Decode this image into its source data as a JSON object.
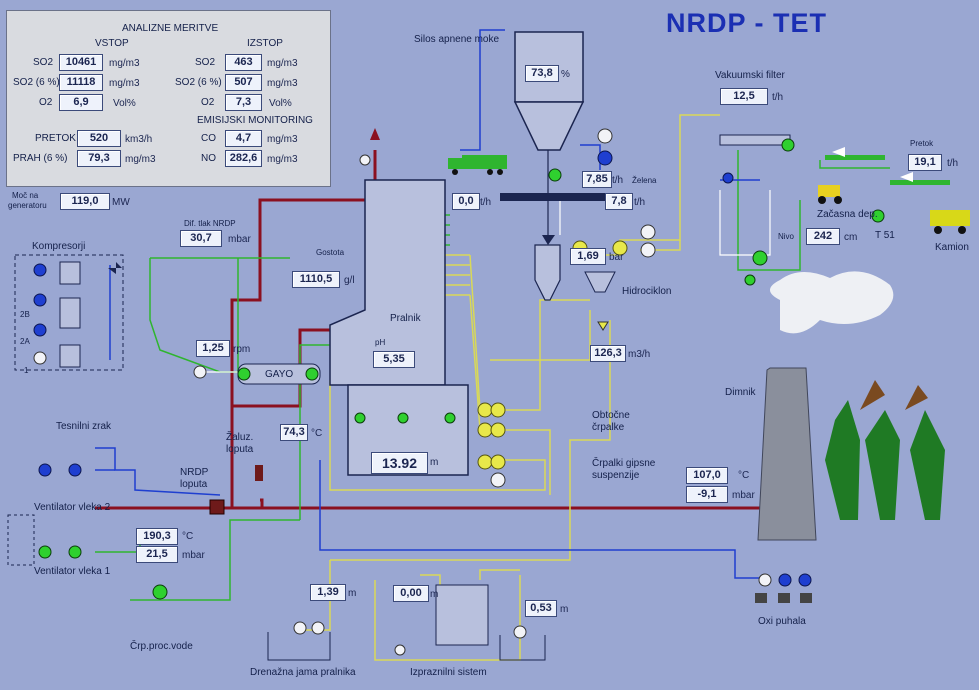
{
  "title": "NRDP - TET",
  "analysis": {
    "header": "ANALIZNE MERITVE",
    "inlet_header": "VSTOP",
    "outlet_header": "IZSTOP",
    "rows": [
      {
        "label": "SO2",
        "in": "10461",
        "in_unit": "mg/m3",
        "out_label": "SO2",
        "out": "463",
        "out_unit": "mg/m3"
      },
      {
        "label": "SO2 (6 %)",
        "in": "11118",
        "in_unit": "mg/m3",
        "out_label": "SO2 (6 %)",
        "out": "507",
        "out_unit": "mg/m3"
      },
      {
        "label": "O2",
        "in": "6,9",
        "in_unit": "Vol%",
        "out_label": "O2",
        "out": "7,3",
        "out_unit": "Vol%"
      }
    ],
    "emission_header": "EMISIJSKI MONITORING",
    "pretok": {
      "label": "PRETOK",
      "value": "520",
      "unit": "km3/h"
    },
    "prah": {
      "label": "PRAH (6 %)",
      "value": "79,3",
      "unit": "mg/m3"
    },
    "co": {
      "label": "CO",
      "value": "4,7",
      "unit": "mg/m3"
    },
    "no": {
      "label": "NO",
      "value": "282,6",
      "unit": "mg/m3"
    }
  },
  "generator": {
    "label1": "Moč na",
    "label2": "generatoru",
    "value": "119,0",
    "unit": "MW"
  },
  "dif_tlak": {
    "label": "Dif. tlak NRDP",
    "value": "30,7",
    "unit": "mbar"
  },
  "gostota": {
    "label": "Gostota",
    "value": "1110,5",
    "unit": "g/l"
  },
  "kompresorji": {
    "label": "Kompresorji",
    "n2b": "2B",
    "n2a": "2A",
    "n1": "1"
  },
  "silos": {
    "label": "Silos apnene moke",
    "value": "73,8",
    "unit": "%"
  },
  "silo_flow1": {
    "value": "0,0",
    "unit": "t/h"
  },
  "silo_flow2": {
    "value": "7,85",
    "unit": "t/h",
    "extra": "Želena"
  },
  "silo_flow3": {
    "value": "7,8",
    "unit": "t/h"
  },
  "vakuum": {
    "label": "Vakuumski filter",
    "value": "12,5",
    "unit": "t/h"
  },
  "pretok_right": {
    "label": "Pretok",
    "value": "19,1",
    "unit": "t/h"
  },
  "zacasna": {
    "label": "Začasna dep.",
    "nivo": "Nivo",
    "value": "242",
    "unit": "cm"
  },
  "t51": "T 51",
  "kamion": "Kamion",
  "hidrociklon": {
    "label": "Hidrociklon",
    "pressure": "1,69",
    "p_unit": "bar",
    "flow": "126,3",
    "f_unit": "m3/h"
  },
  "pralnik": {
    "label": "Pralnik",
    "ph_label": "pH",
    "ph": "5,35",
    "level": "13.92",
    "level_unit": "m"
  },
  "gayo": {
    "label": "GAYO",
    "speed": "1,25",
    "speed_unit": "rpm"
  },
  "temp_mid": {
    "value": "74,3",
    "unit": "°C"
  },
  "zaluz": {
    "line1": "Žaluz.",
    "line2": "loputa"
  },
  "nrdp_loputa": {
    "line1": "NRDP",
    "line2": "loputa"
  },
  "tesnilni": "Tesnilni zrak",
  "vent2": "Ventilator vleka 2",
  "vent1": "Ventilator vleka 1",
  "flue_in": {
    "temp": "190,3",
    "t_unit": "°C",
    "press": "21,5",
    "p_unit": "mbar"
  },
  "obtocne": {
    "line1": "Obtočne",
    "line2": "črpalke"
  },
  "crpalki": {
    "line1": "Črpalki gipsne",
    "line2": "suspenzije"
  },
  "dimnik": {
    "label": "Dimnik",
    "temp": "107,0",
    "t_unit": "°C",
    "press": "-9,1",
    "p_unit": "mbar"
  },
  "crp_vode": "Črp.proc.vode",
  "drenazna": {
    "label": "Drenažna jama pralnika",
    "value": "1,39",
    "unit": "m"
  },
  "izpraznilni": {
    "label": "Izpraznilni sistem",
    "value": "0,00",
    "unit": "m",
    "value2": "0,53",
    "unit2": "m"
  },
  "oxi": "Oxi puhala",
  "colors": {
    "bg": "#9aa7d2",
    "title": "#1b2fb3",
    "green": "#22c02a",
    "blue": "#1f3fd0",
    "red": "#8b1020",
    "yellow": "#e8e85a"
  }
}
